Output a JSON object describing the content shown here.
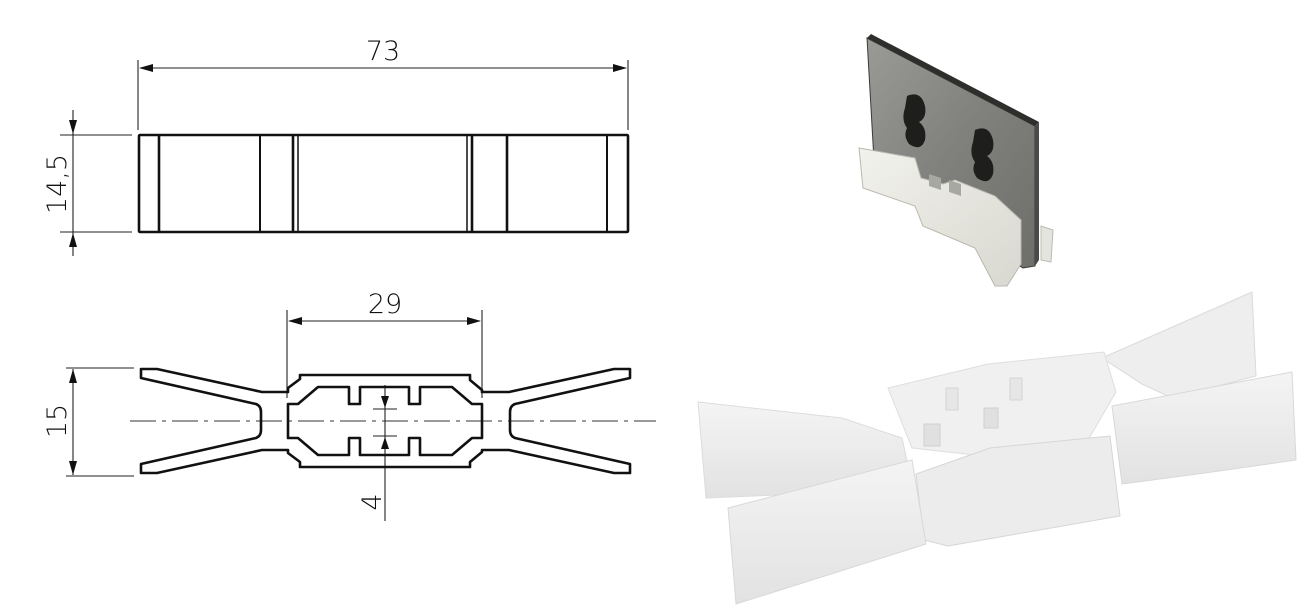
{
  "top_view": {
    "dimension_width": "73",
    "dimension_height": "14,5"
  },
  "section_view": {
    "dimension_center_width": "29",
    "dimension_height": "15",
    "dimension_slot": "4"
  },
  "photos": {
    "assembled_clip": {
      "label": "metal-hanger-with-plastic-clip",
      "metal_color": "#8a8a86",
      "plastic_color": "#e8e8e2"
    },
    "plastic_clip": {
      "label": "plastic-spacer-clip",
      "color": "#ececec"
    }
  }
}
